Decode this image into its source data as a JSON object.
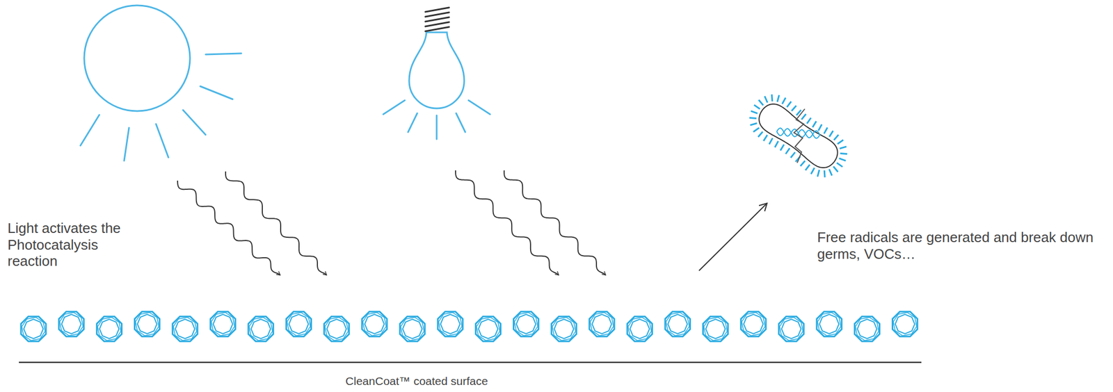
{
  "diagram": {
    "labels": [
      "Light activates the Photocatalysis reaction",
      "Free radicals are generated and break down germs, VOCs…",
      "CleanCoat™ coated surface"
    ]
  }
}
